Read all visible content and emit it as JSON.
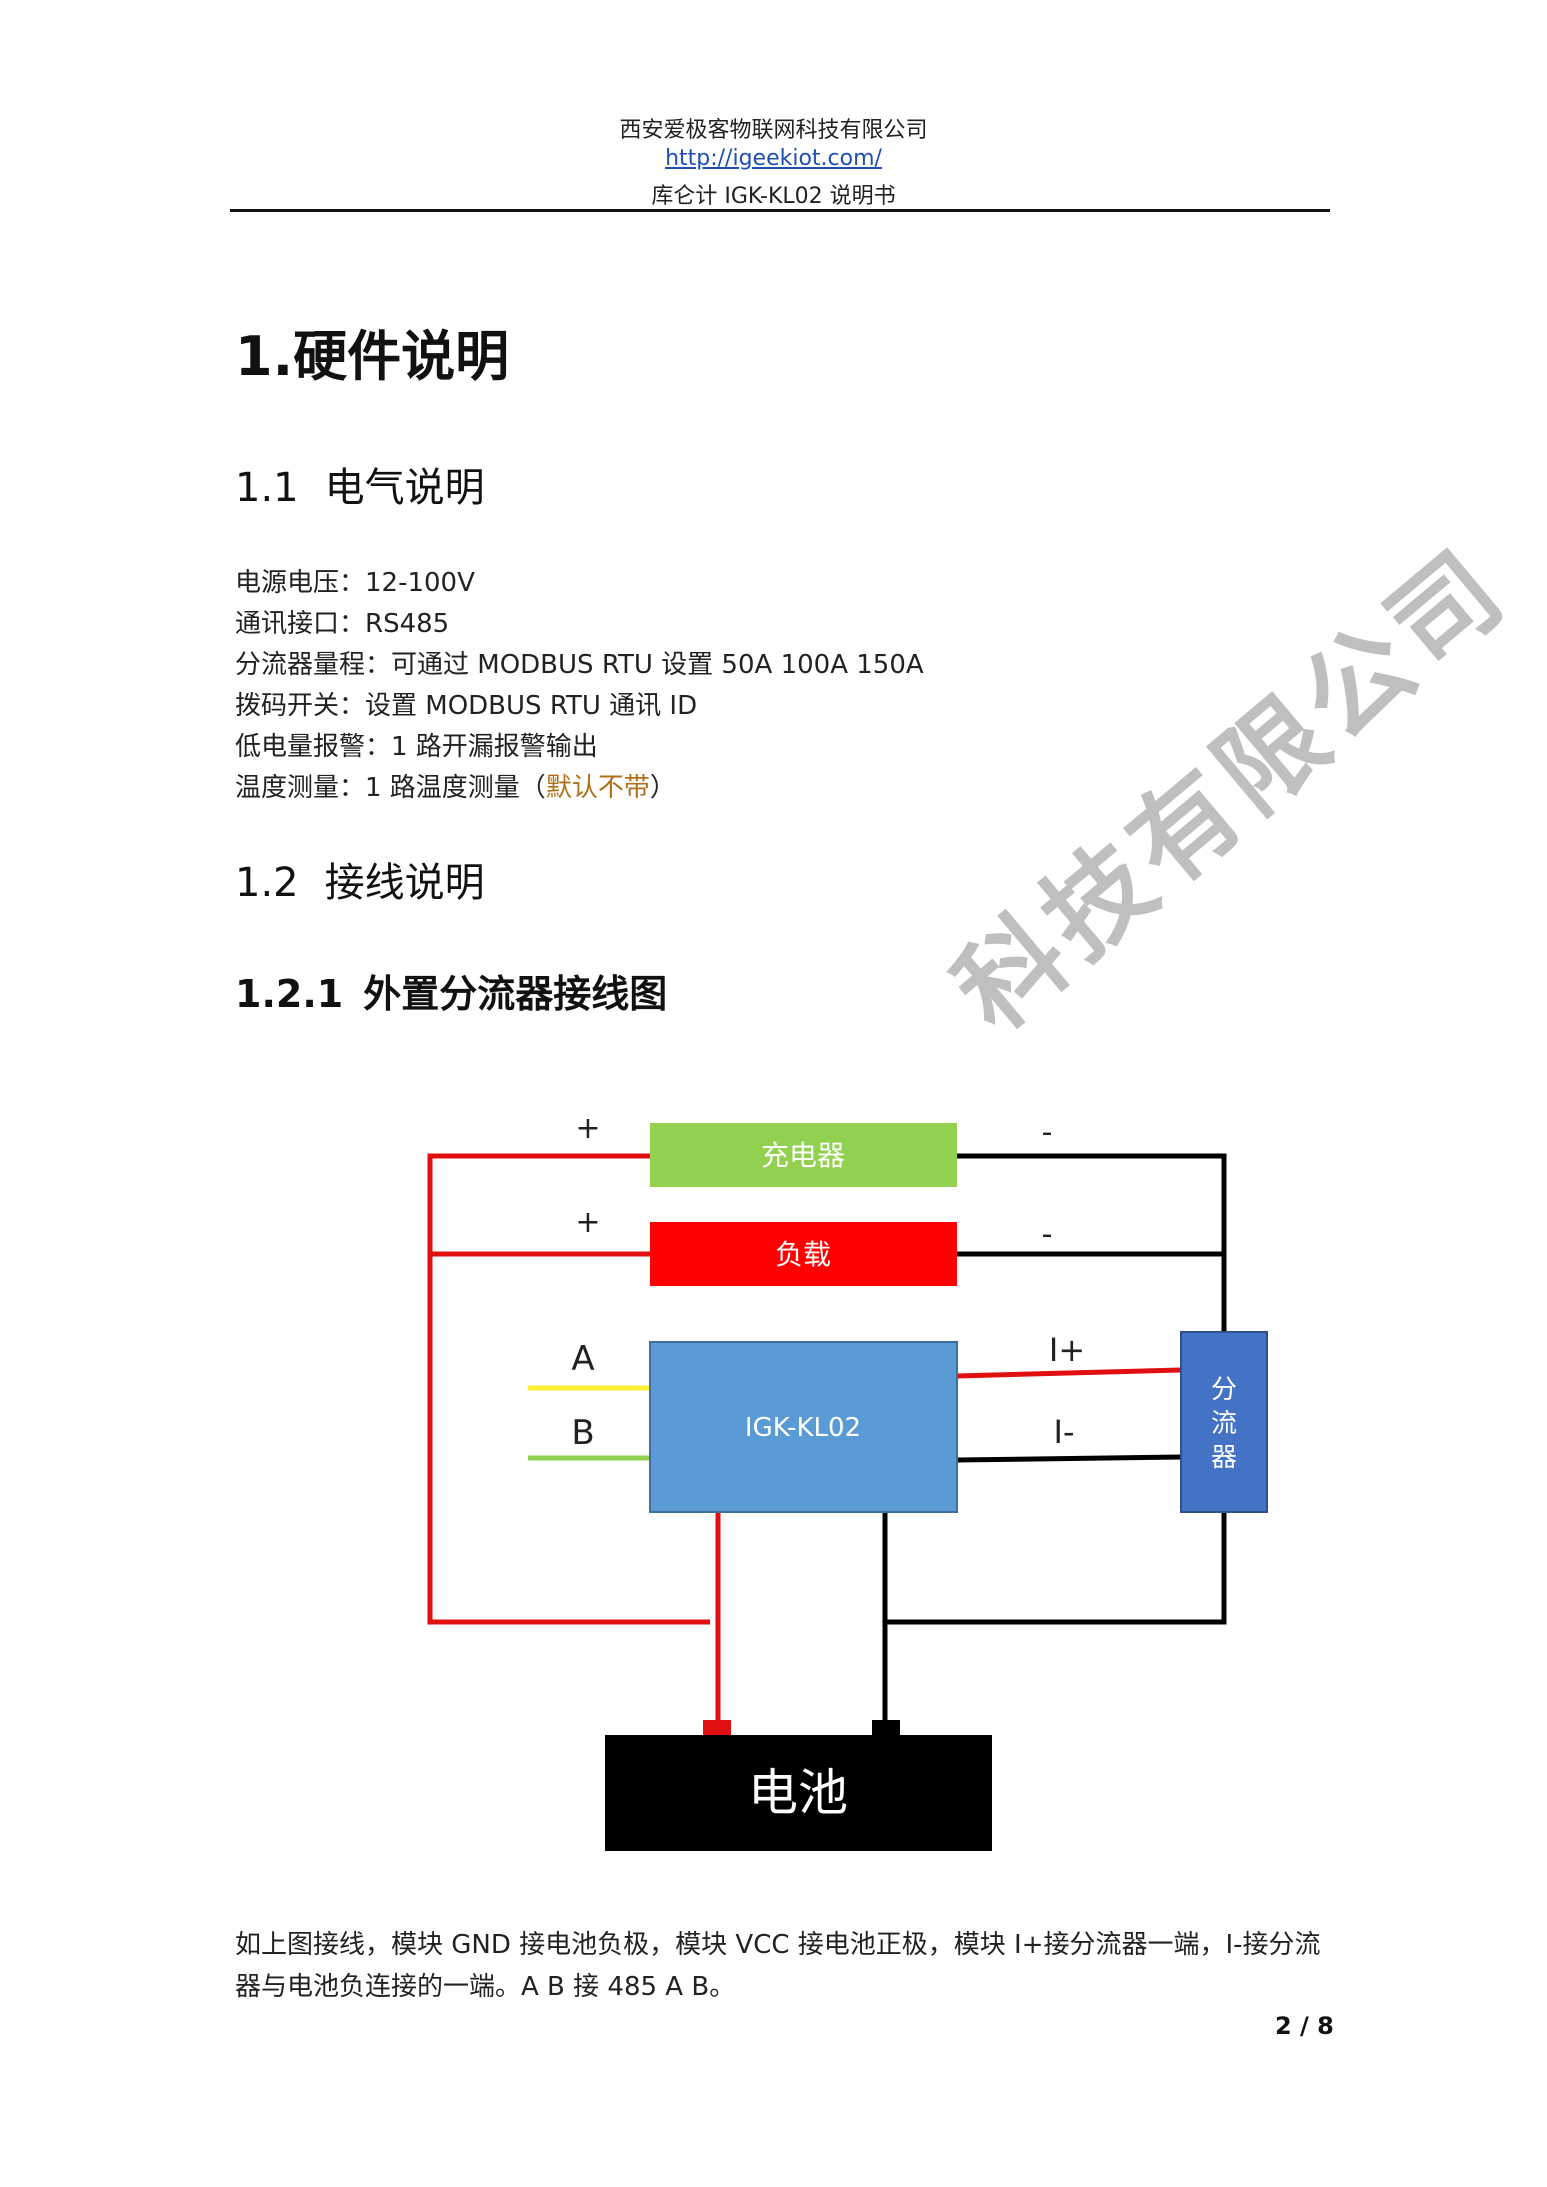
{
  "header": {
    "company": "西安爱极客物联网科技有限公司",
    "url": "http://igeekiot.com/",
    "doc_title": "库仑计 IGK-KL02 说明书"
  },
  "section1": {
    "title": "1.硬件说明"
  },
  "section1_1": {
    "num": "1.1",
    "title": "电气说明",
    "specs": [
      {
        "text": "电源电压：12-100V"
      },
      {
        "text": "通讯接口：RS485"
      },
      {
        "text": "分流器量程：可通过 MODBUS RTU 设置  50A 100A 150A"
      },
      {
        "text": "拨码开关：设置 MODBUS RTU  通讯 ID"
      },
      {
        "text": "低电量报警：1 路开漏报警输出"
      },
      {
        "text": "温度测量：1 路温度测量（",
        "accent": "默认不带",
        "suffix": "）"
      }
    ]
  },
  "section1_2": {
    "num": "1.2",
    "title": "接线说明"
  },
  "section1_2_1": {
    "num": "1.2.1",
    "title": "外置分流器接线图"
  },
  "diagram": {
    "charger": "充电器",
    "load": "负载",
    "module": "IGK-KL02",
    "shunt": [
      "分",
      "流",
      "器"
    ],
    "battery": "电池",
    "plus_label": "+",
    "minus_label": "-",
    "a_label": "A",
    "b_label": "B",
    "i_plus": "I+",
    "i_minus": "I-",
    "colors": {
      "charger_fill": "#92d050",
      "load_fill": "#ff0000",
      "module_fill": "#5b9bd5",
      "shunt_fill": "#4472c4",
      "battery_fill": "#000000",
      "wire_red": "#e01010",
      "wire_black": "#000000",
      "wire_yellow": "#ffee33",
      "wire_green": "#92d050"
    }
  },
  "watermark": "科技有限公司",
  "description": "如上图接线，模块 GND 接电池负极，模块 VCC 接电池正极，模块 I+接分流器一端，I-接分流器与电池负连接的一端。A B 接 485 A B。",
  "page_number": "2 / 8"
}
